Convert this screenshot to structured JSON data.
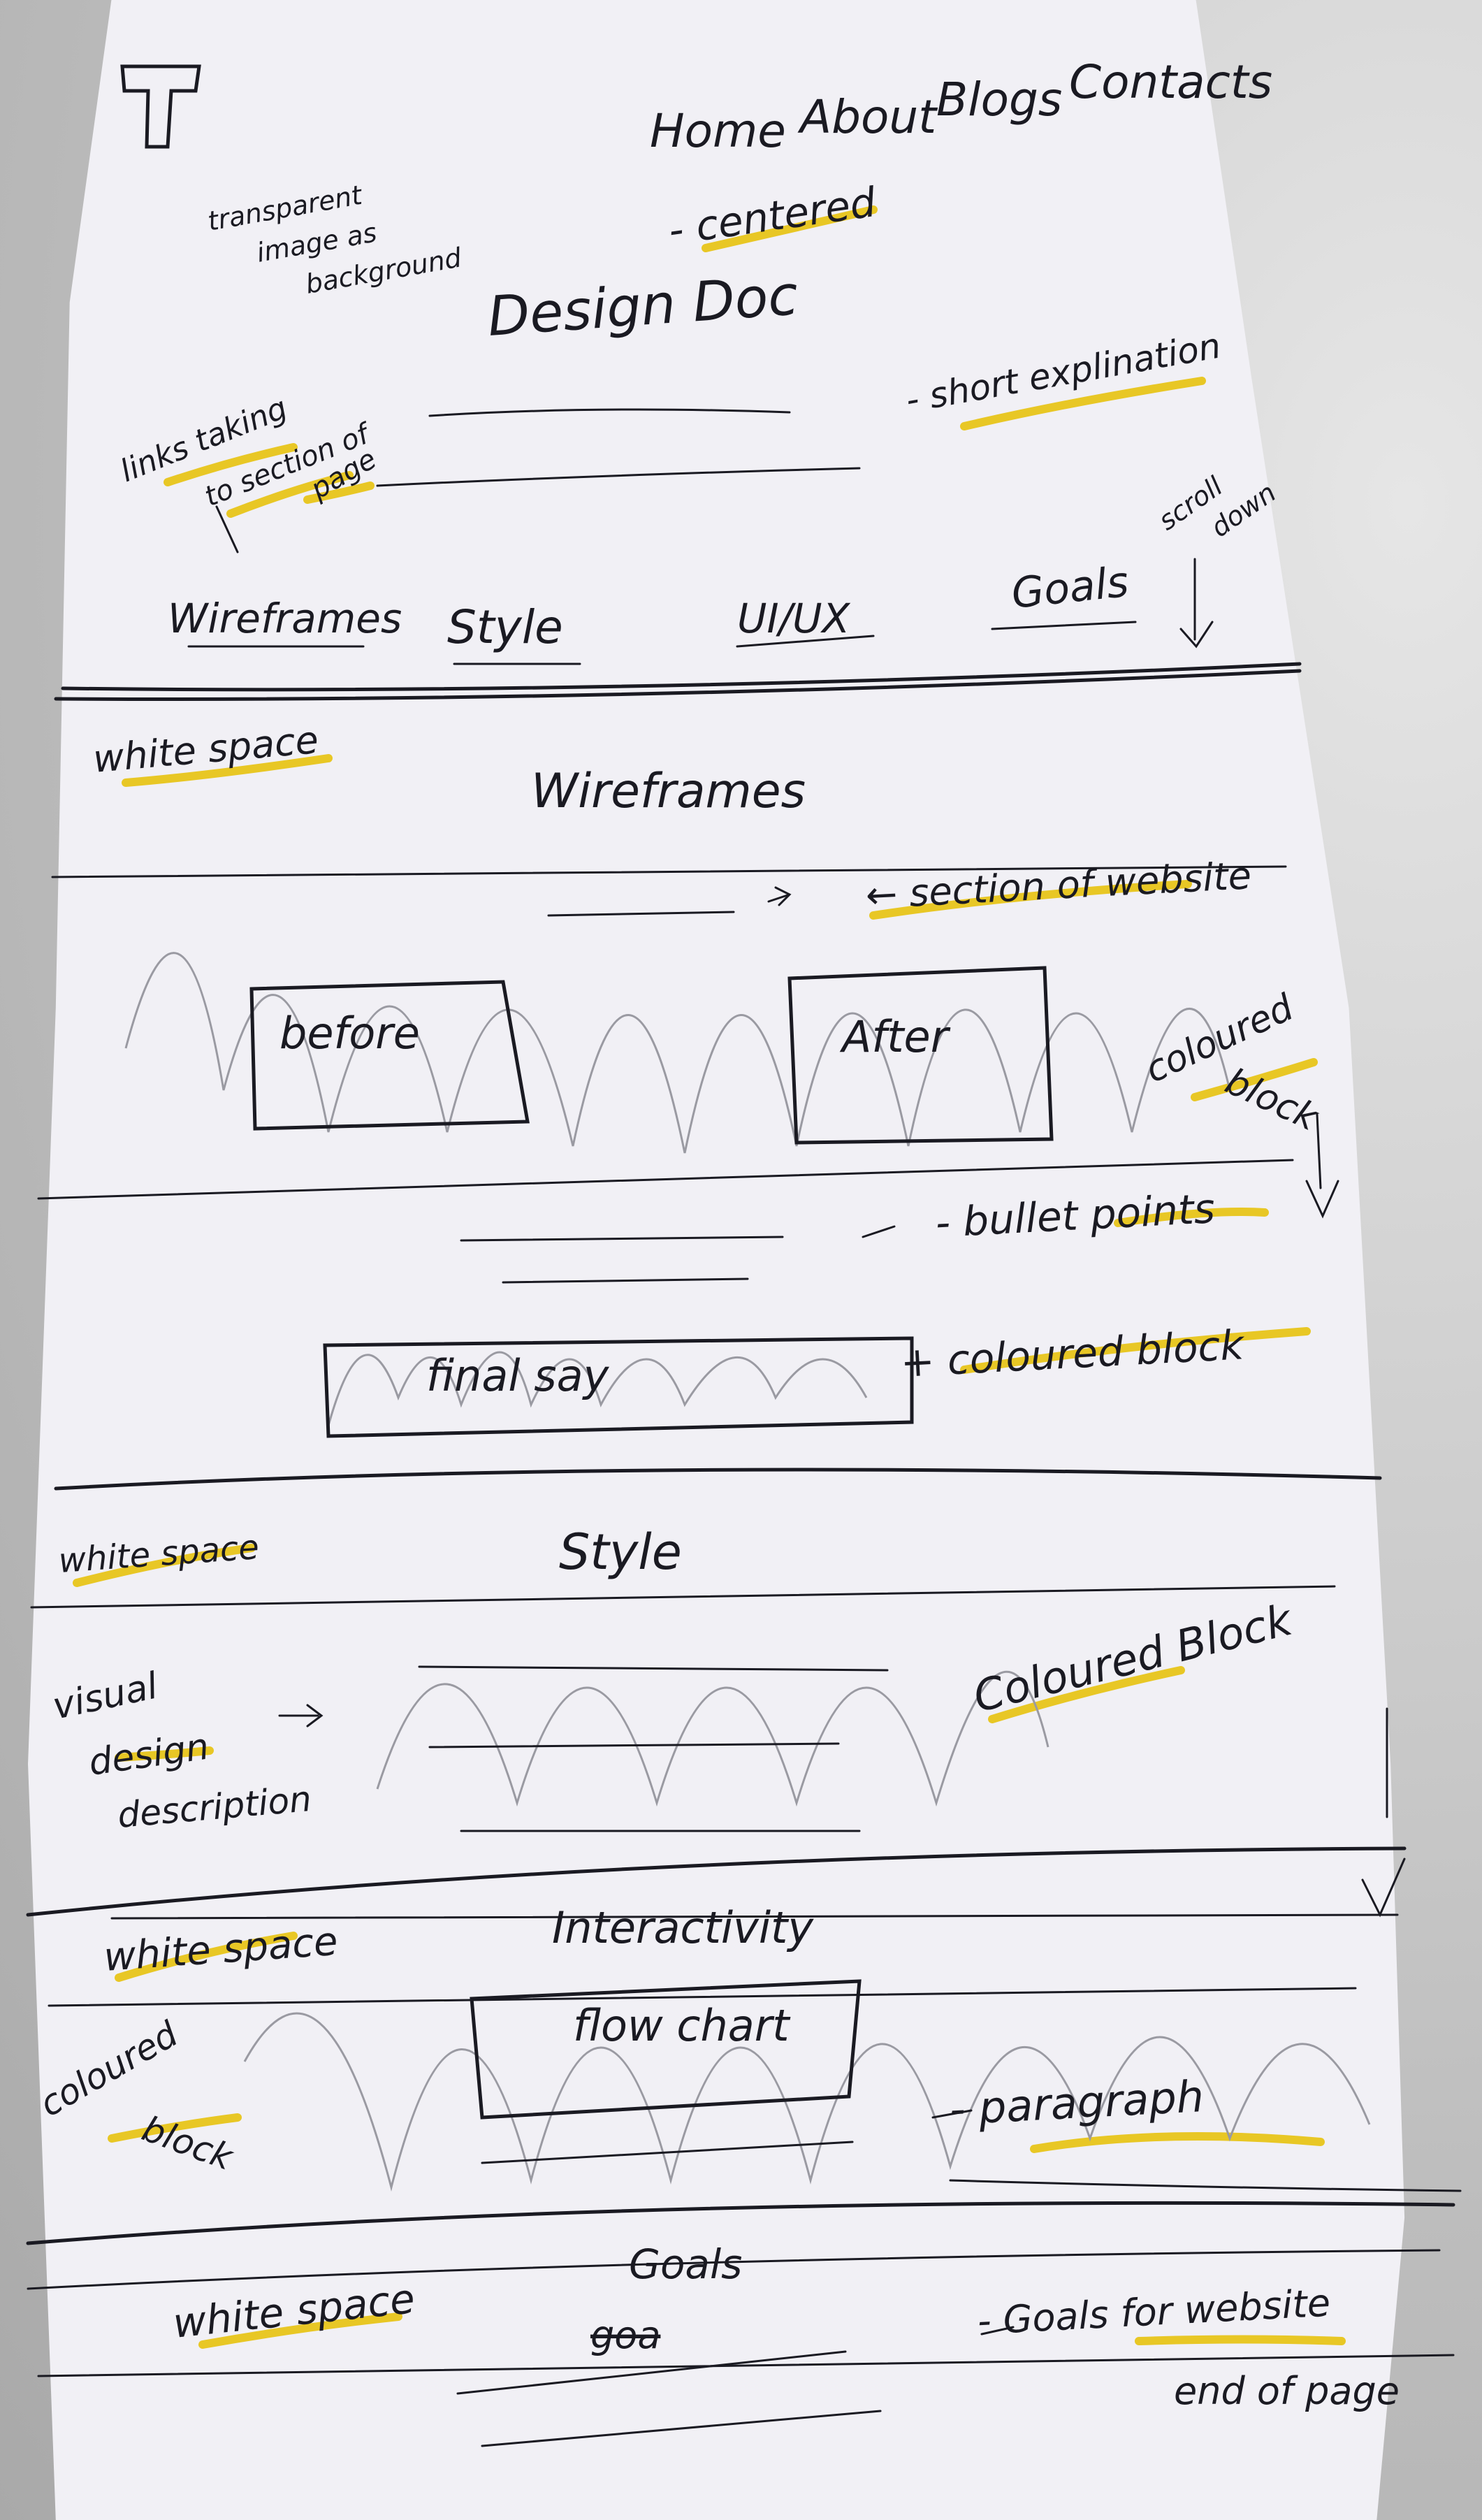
{
  "header": {
    "logo_letter": "T",
    "nav": [
      "Home",
      "About",
      "Blogs",
      "Contacts"
    ]
  },
  "hero": {
    "bg_note": [
      "transparent",
      "image as",
      "background"
    ],
    "centered_note": "- centered",
    "title": "Design Doc",
    "short_note": "- short explination",
    "links_note": [
      "links taking",
      "to section of",
      "page"
    ],
    "scroll_note": [
      "scroll",
      "down"
    ],
    "section_links": [
      "Wireframes",
      "Style",
      "UI/UX",
      "Goals"
    ]
  },
  "wireframes": {
    "whitespace_note": "white space",
    "heading": "Wireframes",
    "section_note": "← section of website",
    "before_label": "before",
    "after_label": "After",
    "coloured_note": [
      "coloured",
      "block"
    ],
    "bullets_note": "- bullet points",
    "final_label": "final say",
    "final_note": "+ coloured block"
  },
  "style": {
    "whitespace_note": "white space",
    "heading": "Style",
    "visual_note": [
      "visual",
      "design",
      "description"
    ],
    "coloured_note": "Coloured Block"
  },
  "interactivity": {
    "whitespace_note": "white space",
    "heading": "Interactivity",
    "coloured_note": [
      "coloured",
      "block"
    ],
    "flowchart_label": "flow chart",
    "paragraph_note": "- paragraph"
  },
  "goals": {
    "whitespace_note": "white space",
    "heading": "Goals",
    "sub_label": "goa",
    "goals_note": "- Goals for website",
    "end_note": "end of page"
  },
  "colors": {
    "ink": "#1a1a22",
    "highlighter": "#e6c000",
    "paper": "#f1f0f5"
  }
}
